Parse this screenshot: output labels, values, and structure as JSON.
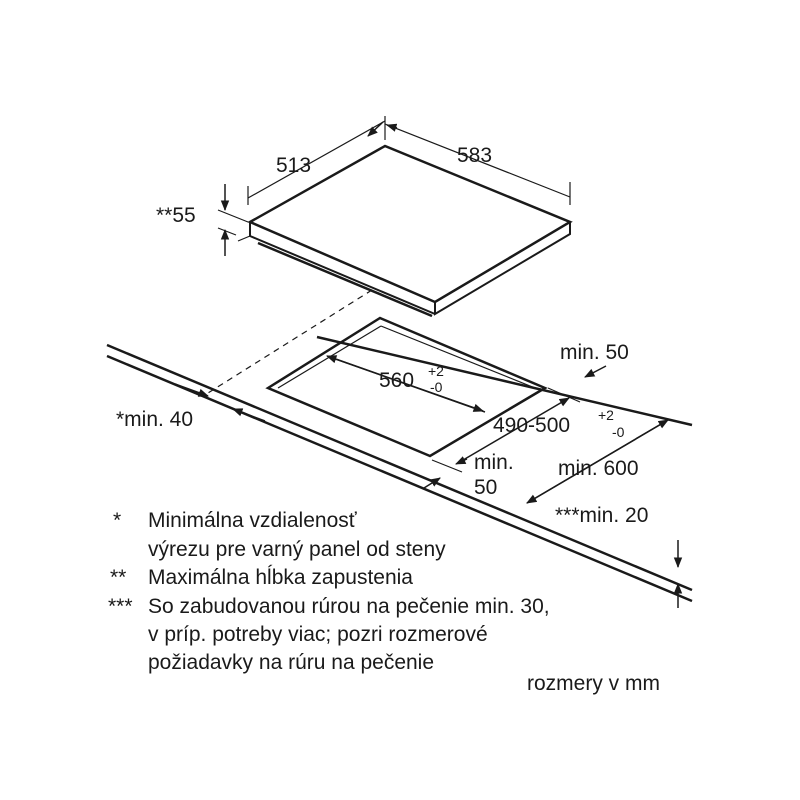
{
  "hob": {
    "width": "513",
    "depth": "583",
    "max_depth": "**55"
  },
  "cutout": {
    "width_main": "560",
    "width_tol_plus": "+2",
    "width_tol_minus": "-0",
    "depth_main": "490-500",
    "depth_tol_plus": "+2",
    "depth_tol_minus": "-0"
  },
  "clearances": {
    "rear": "min. 50",
    "wall": "*min. 40",
    "front_line1": "min.",
    "front_line2": "50",
    "countertop": "min. 600",
    "thickness": "***min. 20"
  },
  "legend": [
    {
      "marker": "*",
      "lines": [
        "Minimálna vzdialenosť",
        "výrezu pre varný panel od steny"
      ]
    },
    {
      "marker": "**",
      "lines": [
        "Maximálna hĺbka zapustenia"
      ]
    },
    {
      "marker": "***",
      "lines": [
        "So zabudovanou rúrou na pečenie min. 30,",
        "v príp. potreby viac; pozri rozmerové",
        "požiadavky na rúru na pečenie"
      ]
    }
  ],
  "units_note": "rozmery v mm"
}
